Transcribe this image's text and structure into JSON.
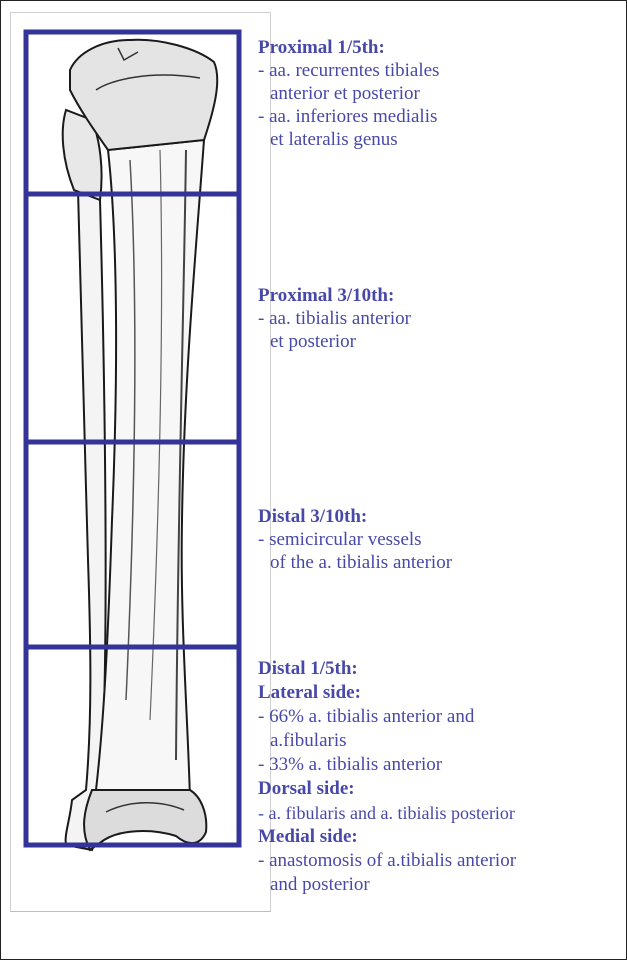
{
  "sections": [
    {
      "heading": "Proximal 1/5th:",
      "lines": [
        "- aa. recurrentes tibiales",
        "anterior et posterior",
        "- aa. inferiores medialis",
        "et lateralis genus"
      ]
    },
    {
      "heading": "Proximal 3/10th:",
      "lines": [
        "- aa. tibialis anterior",
        "et posterior"
      ]
    },
    {
      "heading": "Distal 3/10th:",
      "lines": [
        "- semicircular vessels",
        "of the a. tibialis anterior"
      ]
    },
    {
      "heading": "Distal 1/5th:",
      "lines": []
    }
  ],
  "distal": {
    "lateral_heading": "Lateral side:",
    "lateral_lines": [
      "- 66% a. tibialis anterior and",
      "a.fibularis",
      "- 33% a. tibialis anterior"
    ],
    "dorsal_heading": "Dorsal side:",
    "dorsal_lines": [
      "- a. fibularis and a. tibialis posterior"
    ],
    "medial_heading": "Medial side:",
    "medial_lines": [
      "- anastomosis of a.tibialis anterior",
      "and posterior"
    ]
  },
  "colors": {
    "box": "#33339a",
    "text": "#3a3a9e"
  }
}
